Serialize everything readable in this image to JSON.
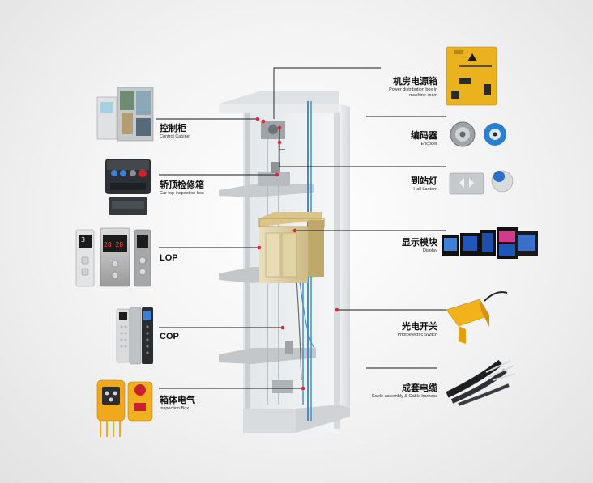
{
  "left_components": [
    {
      "cn": "控制柜",
      "en": "Control Cabinet"
    },
    {
      "cn": "轿顶检修箱",
      "en": "Car top inspection box"
    },
    {
      "cn": "LOP",
      "en": ""
    },
    {
      "cn": "COP",
      "en": ""
    },
    {
      "cn": "箱体电气",
      "en": "Inspection Box"
    }
  ],
  "right_components": [
    {
      "cn": "机房电源箱",
      "en": "Power distribution box in machine room"
    },
    {
      "cn": "编码器",
      "en": "Encoder"
    },
    {
      "cn": "到站灯",
      "en": "Hall Lantern"
    },
    {
      "cn": "显示模块",
      "en": "Display"
    },
    {
      "cn": "光电开关",
      "en": "Photoelectric Switch"
    },
    {
      "cn": "成套电缆",
      "en": "Cable assembly & Cable harness"
    }
  ],
  "device_text": {
    "lop_floor_a": "3",
    "lop_floor_b": "28",
    "lop_floor_c": "28"
  },
  "colors": {
    "marker": "#e0263a",
    "leader": "#1a1a1a",
    "shaft_blue": "#3f8fd6",
    "switch_yellow": "#f2b21b"
  }
}
